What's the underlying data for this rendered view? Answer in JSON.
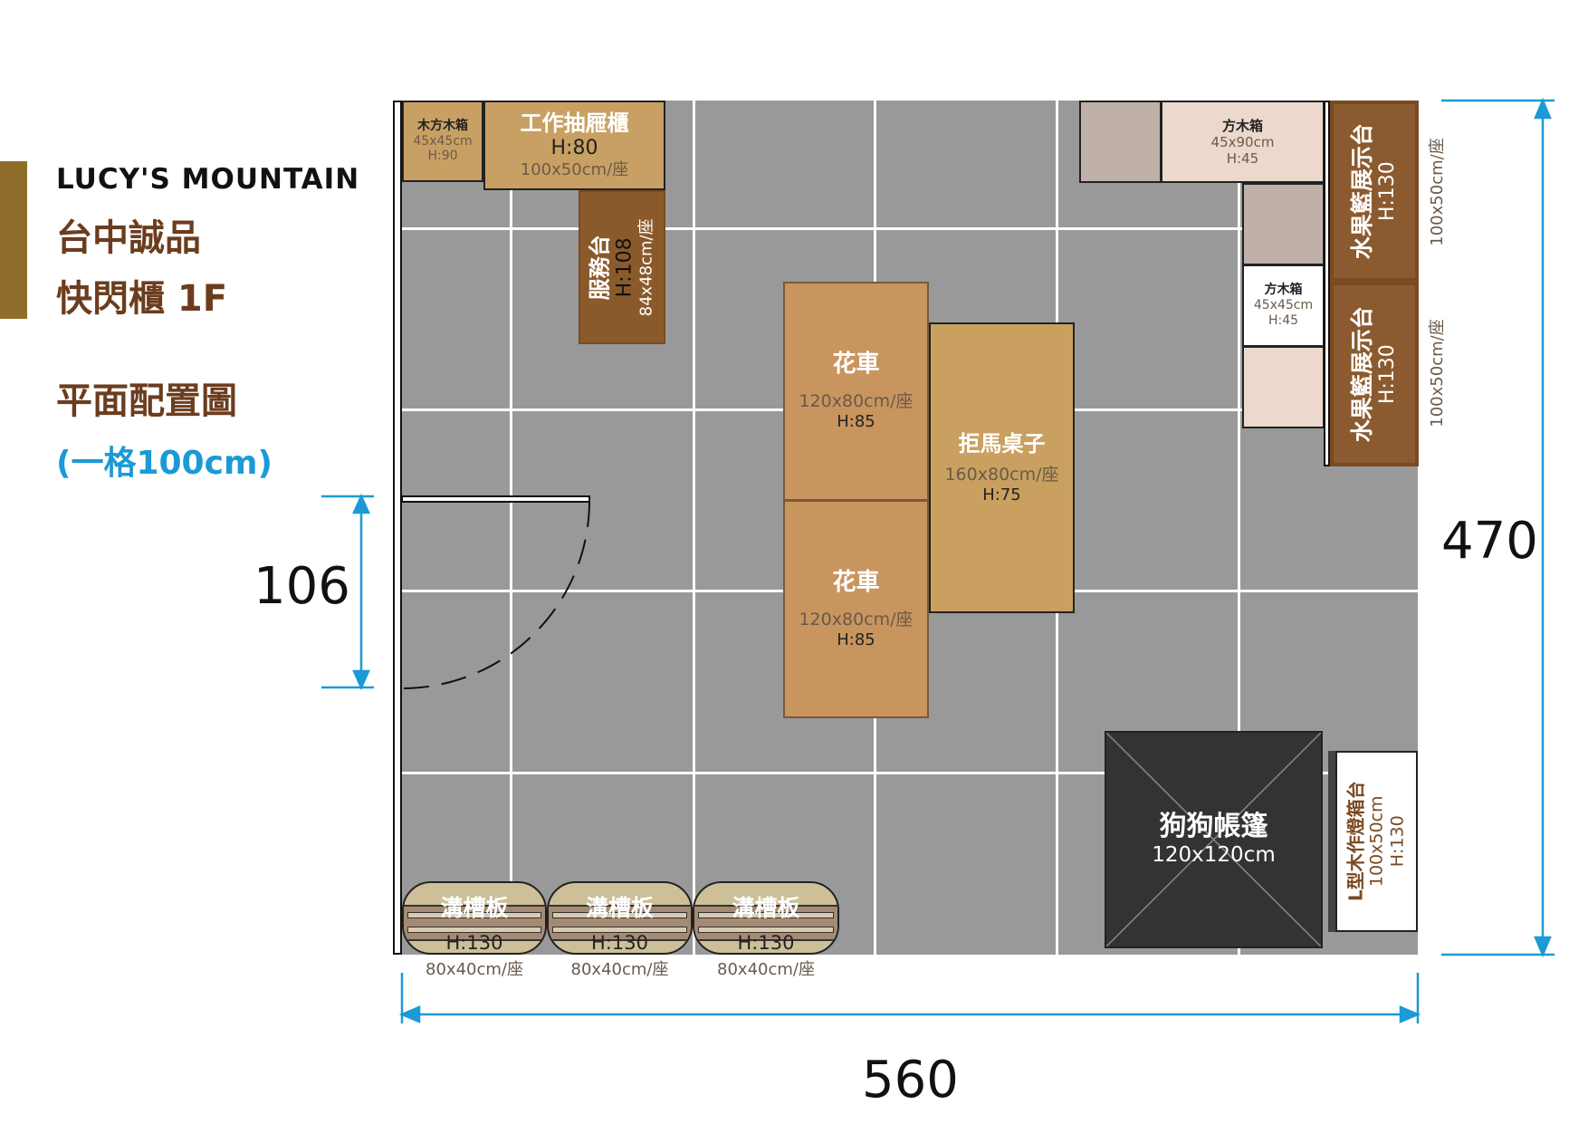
{
  "header": {
    "brand": "LUCY'S MOUNTAIN",
    "venue": "台中誠品",
    "booth": "快閃櫃 1F",
    "plan_title": "平面配置圖",
    "scale_note": "(一格100cm)"
  },
  "dimensions": {
    "door": "106",
    "depth": "470",
    "width": "560"
  },
  "items": {
    "wood_box_small": {
      "name": "木方木箱",
      "size": "45x45cm",
      "height": "H:90"
    },
    "drawer_cabinet": {
      "name": "工作抽屜櫃",
      "height": "H:80",
      "size": "100x50cm/座"
    },
    "service_counter": {
      "name": "服務台",
      "height": "H:108",
      "size": "84x48cm/座"
    },
    "flower_cart_1": {
      "name": "花車",
      "size": "120x80cm/座",
      "height": "H:85"
    },
    "flower_cart_2": {
      "name": "花車",
      "size": "120x80cm/座",
      "height": "H:85"
    },
    "barrier_table": {
      "name": "拒馬桌子",
      "size": "160x80cm/座",
      "height": "H:75"
    },
    "square_box_top": {
      "name": "方木箱",
      "size": "45x90cm",
      "height": "H:45"
    },
    "square_box_side": {
      "name": "方木箱",
      "size": "45x45cm",
      "height": "H:45"
    },
    "fruit_stand_1": {
      "name": "水果籃展示台",
      "height": "H:130",
      "size": "100x50cm/座"
    },
    "fruit_stand_2": {
      "name": "水果籃展示台",
      "height": "H:130",
      "size": "100x50cm/座"
    },
    "dog_tent": {
      "name": "狗狗帳篷",
      "size": "120x120cm"
    },
    "light_box": {
      "name": "L型木作燈箱台",
      "size": "100x50cm",
      "height": "H:130"
    },
    "slot_boards": [
      {
        "name": "溝槽板",
        "height": "H:130",
        "size": "80x40cm/座"
      },
      {
        "name": "溝槽板",
        "height": "H:130",
        "size": "80x40cm/座"
      },
      {
        "name": "溝槽板",
        "height": "H:130",
        "size": "80x40cm/座"
      }
    ]
  },
  "colors": {
    "accent_blue": "#1a9ad6",
    "brand_gold": "#8e6d2a",
    "title_brown": "#6b3d1e"
  }
}
